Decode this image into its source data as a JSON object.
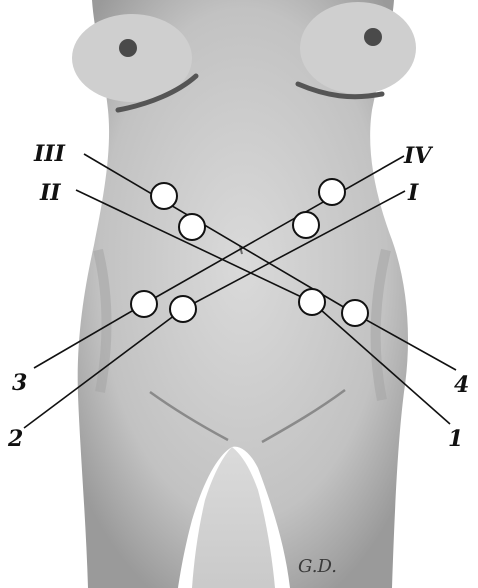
{
  "figure": {
    "colors": {
      "skin": "#d2d2d2",
      "shadow": "#8e8e8e",
      "line": "#111111",
      "marker_fill": "#ffffff"
    },
    "signature": "G.D."
  },
  "labels": {
    "roman": [
      "III",
      "II",
      "IV",
      "I"
    ],
    "arabic": [
      "3",
      "2",
      "4",
      "1"
    ]
  }
}
